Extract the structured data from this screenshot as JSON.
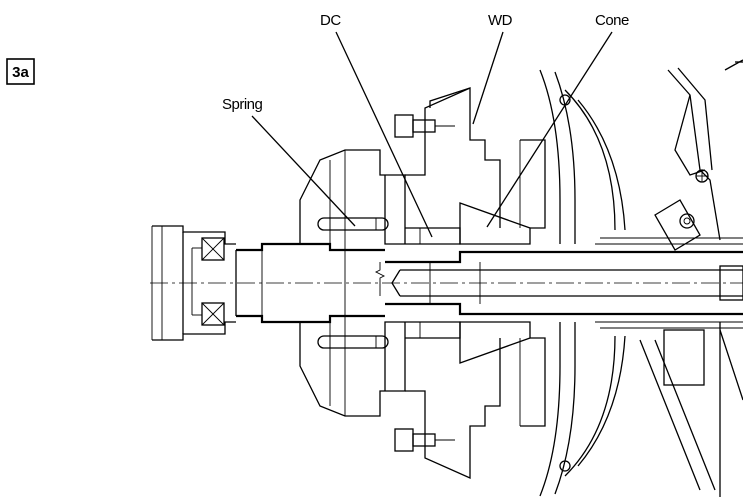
{
  "figure": {
    "id_label": "3a"
  },
  "callouts": {
    "dc": "DC",
    "wd": "WD",
    "cone": "Cone",
    "spring": "Spring"
  }
}
